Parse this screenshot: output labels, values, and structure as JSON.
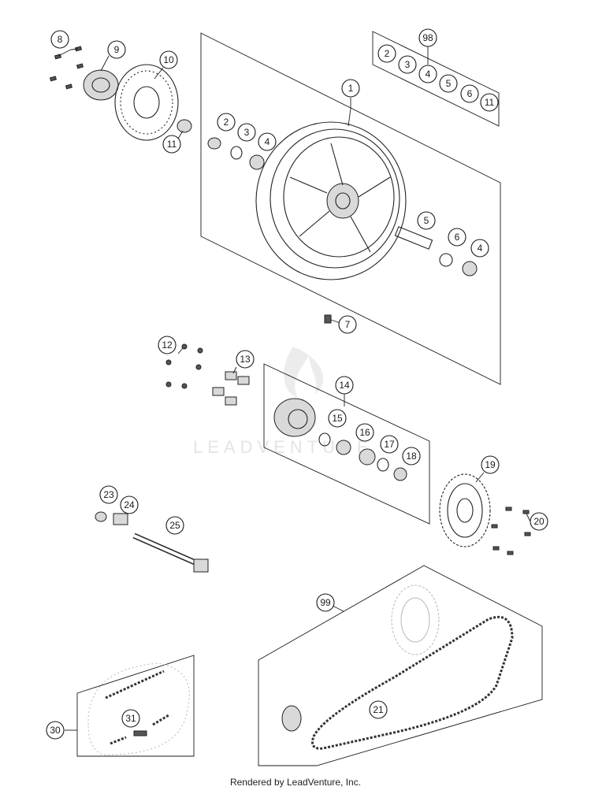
{
  "diagram": {
    "watermark_text": "LEADVENTURE",
    "credit": "Rendered by LeadVenture, Inc.",
    "callouts": [
      {
        "id": "c8",
        "label": "8"
      },
      {
        "id": "c9",
        "label": "9"
      },
      {
        "id": "c10",
        "label": "10"
      },
      {
        "id": "c11a",
        "label": "11"
      },
      {
        "id": "c98",
        "label": "98"
      },
      {
        "id": "k2",
        "label": "2"
      },
      {
        "id": "k3",
        "label": "3"
      },
      {
        "id": "k4",
        "label": "4"
      },
      {
        "id": "k5",
        "label": "5"
      },
      {
        "id": "k6",
        "label": "6"
      },
      {
        "id": "k11",
        "label": "11"
      },
      {
        "id": "c1",
        "label": "1"
      },
      {
        "id": "c2",
        "label": "2"
      },
      {
        "id": "c3",
        "label": "3"
      },
      {
        "id": "c4a",
        "label": "4"
      },
      {
        "id": "c5",
        "label": "5"
      },
      {
        "id": "c6",
        "label": "6"
      },
      {
        "id": "c4b",
        "label": "4"
      },
      {
        "id": "c7",
        "label": "7"
      },
      {
        "id": "c12",
        "label": "12"
      },
      {
        "id": "c13",
        "label": "13"
      },
      {
        "id": "c14",
        "label": "14"
      },
      {
        "id": "c15",
        "label": "15"
      },
      {
        "id": "c16",
        "label": "16"
      },
      {
        "id": "c17",
        "label": "17"
      },
      {
        "id": "c18",
        "label": "18"
      },
      {
        "id": "c19",
        "label": "19"
      },
      {
        "id": "c20",
        "label": "20"
      },
      {
        "id": "c23",
        "label": "23"
      },
      {
        "id": "c24",
        "label": "24"
      },
      {
        "id": "c25",
        "label": "25"
      },
      {
        "id": "c99",
        "label": "99"
      },
      {
        "id": "c21",
        "label": "21"
      },
      {
        "id": "c30",
        "label": "30"
      },
      {
        "id": "c31",
        "label": "31"
      }
    ]
  }
}
